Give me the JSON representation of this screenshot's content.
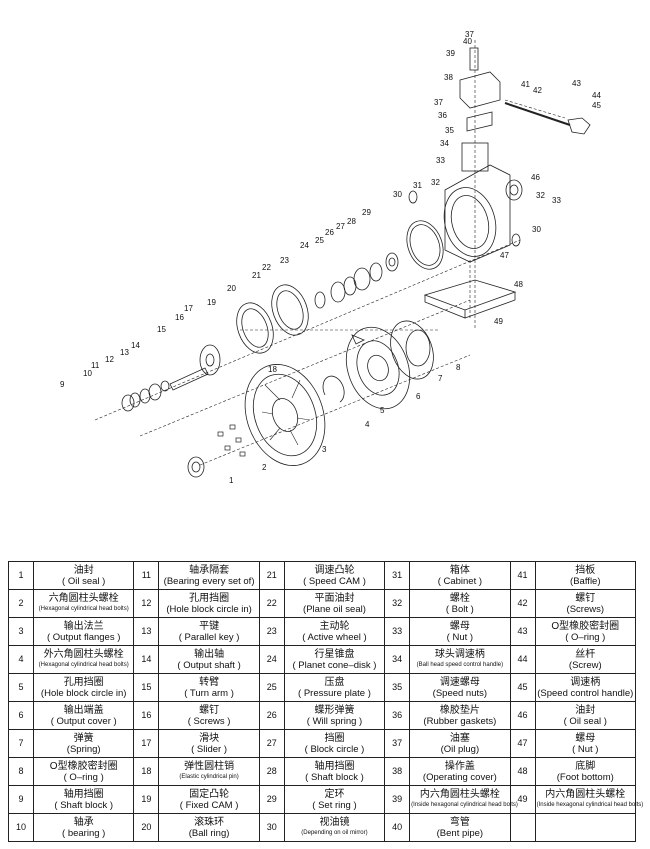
{
  "callouts": [
    "1",
    "2",
    "3",
    "4",
    "5",
    "6",
    "7",
    "8",
    "9",
    "10",
    "11",
    "12",
    "13",
    "14",
    "15",
    "16",
    "17",
    "18",
    "19",
    "20",
    "21",
    "22",
    "23",
    "24",
    "25",
    "26",
    "27",
    "28",
    "29",
    "30",
    "30",
    "31",
    "32",
    "32",
    "33",
    "33",
    "34",
    "35",
    "36",
    "37",
    "37",
    "38",
    "39",
    "40",
    "41",
    "42",
    "43",
    "44",
    "45",
    "46",
    "47",
    "48",
    "49"
  ],
  "parts": [
    {
      "no": "1",
      "cn": "油封",
      "en": "( Oil seal )"
    },
    {
      "no": "2",
      "cn": "六角圆柱头螺栓",
      "en": "(Hexagonal cylindrical head bolts)"
    },
    {
      "no": "3",
      "cn": "输出法兰",
      "en": "( Output flanges )"
    },
    {
      "no": "4",
      "cn": "外六角圆柱头螺栓",
      "en": "(Hexagonal cylindrical head bolts)"
    },
    {
      "no": "5",
      "cn": "孔用挡圈",
      "en": "(Hole block circle in)"
    },
    {
      "no": "6",
      "cn": "输出端盖",
      "en": "( Output cover )"
    },
    {
      "no": "7",
      "cn": "弹簧",
      "en": "(Spring)"
    },
    {
      "no": "8",
      "cn": "O型橡胶密封圈",
      "en": "( O–ring )"
    },
    {
      "no": "9",
      "cn": "轴用挡圈",
      "en": "( Shaft block )"
    },
    {
      "no": "10",
      "cn": "轴承",
      "en": "( bearing )"
    },
    {
      "no": "11",
      "cn": "轴承隔套",
      "en": "(Bearing every set of)"
    },
    {
      "no": "12",
      "cn": "孔用挡圈",
      "en": "(Hole block circle in)"
    },
    {
      "no": "13",
      "cn": "平键",
      "en": "( Parallel key )"
    },
    {
      "no": "14",
      "cn": "输出轴",
      "en": "( Output shaft )"
    },
    {
      "no": "15",
      "cn": "转臂",
      "en": "( Turn arm )"
    },
    {
      "no": "16",
      "cn": "螺钉",
      "en": "( Screws )"
    },
    {
      "no": "17",
      "cn": "滑块",
      "en": "( Slider )"
    },
    {
      "no": "18",
      "cn": "弹性圆柱销",
      "en": "(Elastic cylindrical pin)"
    },
    {
      "no": "19",
      "cn": "固定凸轮",
      "en": "( Fixed CAM )"
    },
    {
      "no": "20",
      "cn": "滚珠环",
      "en": "(Ball ring)"
    },
    {
      "no": "21",
      "cn": "调速凸轮",
      "en": "( Speed CAM )"
    },
    {
      "no": "22",
      "cn": "平面油封",
      "en": "(Plane oil seal)"
    },
    {
      "no": "23",
      "cn": "主动轮",
      "en": "( Active wheel )"
    },
    {
      "no": "24",
      "cn": "行星锥盘",
      "en": "( Planet cone–disk )"
    },
    {
      "no": "25",
      "cn": "压盘",
      "en": "( Pressure plate )"
    },
    {
      "no": "26",
      "cn": "蝶形弹簧",
      "en": "( Will spring )"
    },
    {
      "no": "27",
      "cn": "挡圈",
      "en": "( Block circle )"
    },
    {
      "no": "28",
      "cn": "轴用挡圈",
      "en": "( Shaft block )"
    },
    {
      "no": "29",
      "cn": "定环",
      "en": "( Set ring )"
    },
    {
      "no": "30",
      "cn": "视油镜",
      "en": "(Depending on oil mirror)"
    },
    {
      "no": "31",
      "cn": "箱体",
      "en": "( Cabinet )"
    },
    {
      "no": "32",
      "cn": "螺栓",
      "en": "( Bolt )"
    },
    {
      "no": "33",
      "cn": "螺母",
      "en": "( Nut )"
    },
    {
      "no": "34",
      "cn": "球头调速柄",
      "en": "(Ball head speed control handle)"
    },
    {
      "no": "35",
      "cn": "调速螺母",
      "en": "(Speed nuts)"
    },
    {
      "no": "36",
      "cn": "橡胶垫片",
      "en": "(Rubber gaskets)"
    },
    {
      "no": "37",
      "cn": "油塞",
      "en": "(Oil plug)"
    },
    {
      "no": "38",
      "cn": "操作盖",
      "en": "(Operating cover)"
    },
    {
      "no": "39",
      "cn": "内六角圆柱头螺栓",
      "en": "(Inside hexagonal cylindrical head bolts)"
    },
    {
      "no": "40",
      "cn": "弯管",
      "en": "(Bent pipe)"
    },
    {
      "no": "41",
      "cn": "挡板",
      "en": "(Baffle)"
    },
    {
      "no": "42",
      "cn": "螺钉",
      "en": "(Screws)"
    },
    {
      "no": "43",
      "cn": "O型橡胶密封圈",
      "en": "( O–ring )"
    },
    {
      "no": "44",
      "cn": "丝杆",
      "en": "(Screw)"
    },
    {
      "no": "45",
      "cn": "调速柄",
      "en": "(Speed control handle)"
    },
    {
      "no": "46",
      "cn": "油封",
      "en": "( Oil seal )"
    },
    {
      "no": "47",
      "cn": "螺母",
      "en": "( Nut )"
    },
    {
      "no": "48",
      "cn": "底脚",
      "en": "(Foot bottom)"
    },
    {
      "no": "49",
      "cn": "内六角圆柱头螺栓",
      "en": "(Inside hexagonal cylindrical head bolts)"
    },
    {
      "no": "",
      "cn": "",
      "en": ""
    }
  ]
}
